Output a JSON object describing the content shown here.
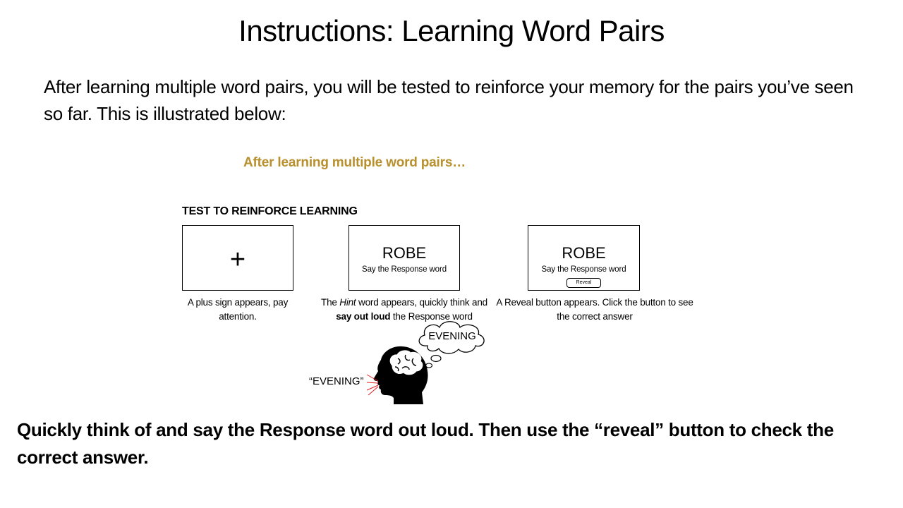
{
  "title": "Instructions: Learning Word Pairs",
  "intro": "After learning multiple word pairs, you will be tested to reinforce your memory for the pairs you’ve seen so far. This is illustrated below:",
  "subhead": "After learning multiple word pairs…",
  "test_label": "TEST TO REINFORCE LEARNING",
  "panels": [
    {
      "symbol": "+",
      "caption": "A plus sign appears, pay attention."
    },
    {
      "word": "ROBE",
      "instruction": "Say the Response word",
      "caption": {
        "part1": "The ",
        "italic": "Hint",
        "part2": " word appears, quickly think and ",
        "bold": "say out loud",
        "part3": " the Response word"
      }
    },
    {
      "word": "ROBE",
      "instruction": "Say the Response word",
      "button_label": "Reveal",
      "caption": "A Reveal button appears. Click the button to see the correct answer"
    }
  ],
  "illustration": {
    "thought_word": "EVENING",
    "spoken_word": "“EVENING”",
    "icons": [
      "head-silhouette-icon",
      "brain-icon",
      "thought-bubble-icon",
      "speech-lines-icon"
    ],
    "accent_color": "#e02020"
  },
  "bottom_text": "Quickly think of and say the Response word out loud. Then use the “reveal” button to check the correct answer.",
  "colors": {
    "subhead": "#b8902e",
    "text": "#000000",
    "background": "#ffffff"
  }
}
